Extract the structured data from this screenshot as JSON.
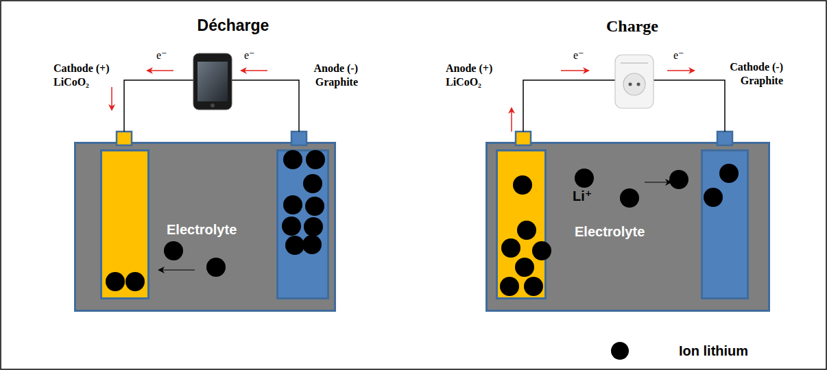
{
  "diagram": {
    "nodes": [
      {
        "text": [
          "Electrolyte"
        ]
      },
      {
        "text": [
          "Cathode (+) LiCoO₂"
        ],
        "in": 0
      },
      {
        "text": [
          "Anode (-) Graphite"
        ],
        "in": 0
      },
      {
        "text": [
          "Electrolyte"
        ]
      },
      {
        "text": [
          "Anode (+) LiCoO₂"
        ],
        "in": 3
      },
      {
        "text": [
          "Cathode (-) Graphite"
        ],
        "in": 3
      }
    ],
    "labels": [
      "Décharge",
      "e⁻",
      "e⁻",
      "Charge",
      "e⁻",
      "e⁻",
      "Li⁺"
    ],
    "legend": [
      {
        "text": "Ion lithium"
      }
    ]
  }
}
